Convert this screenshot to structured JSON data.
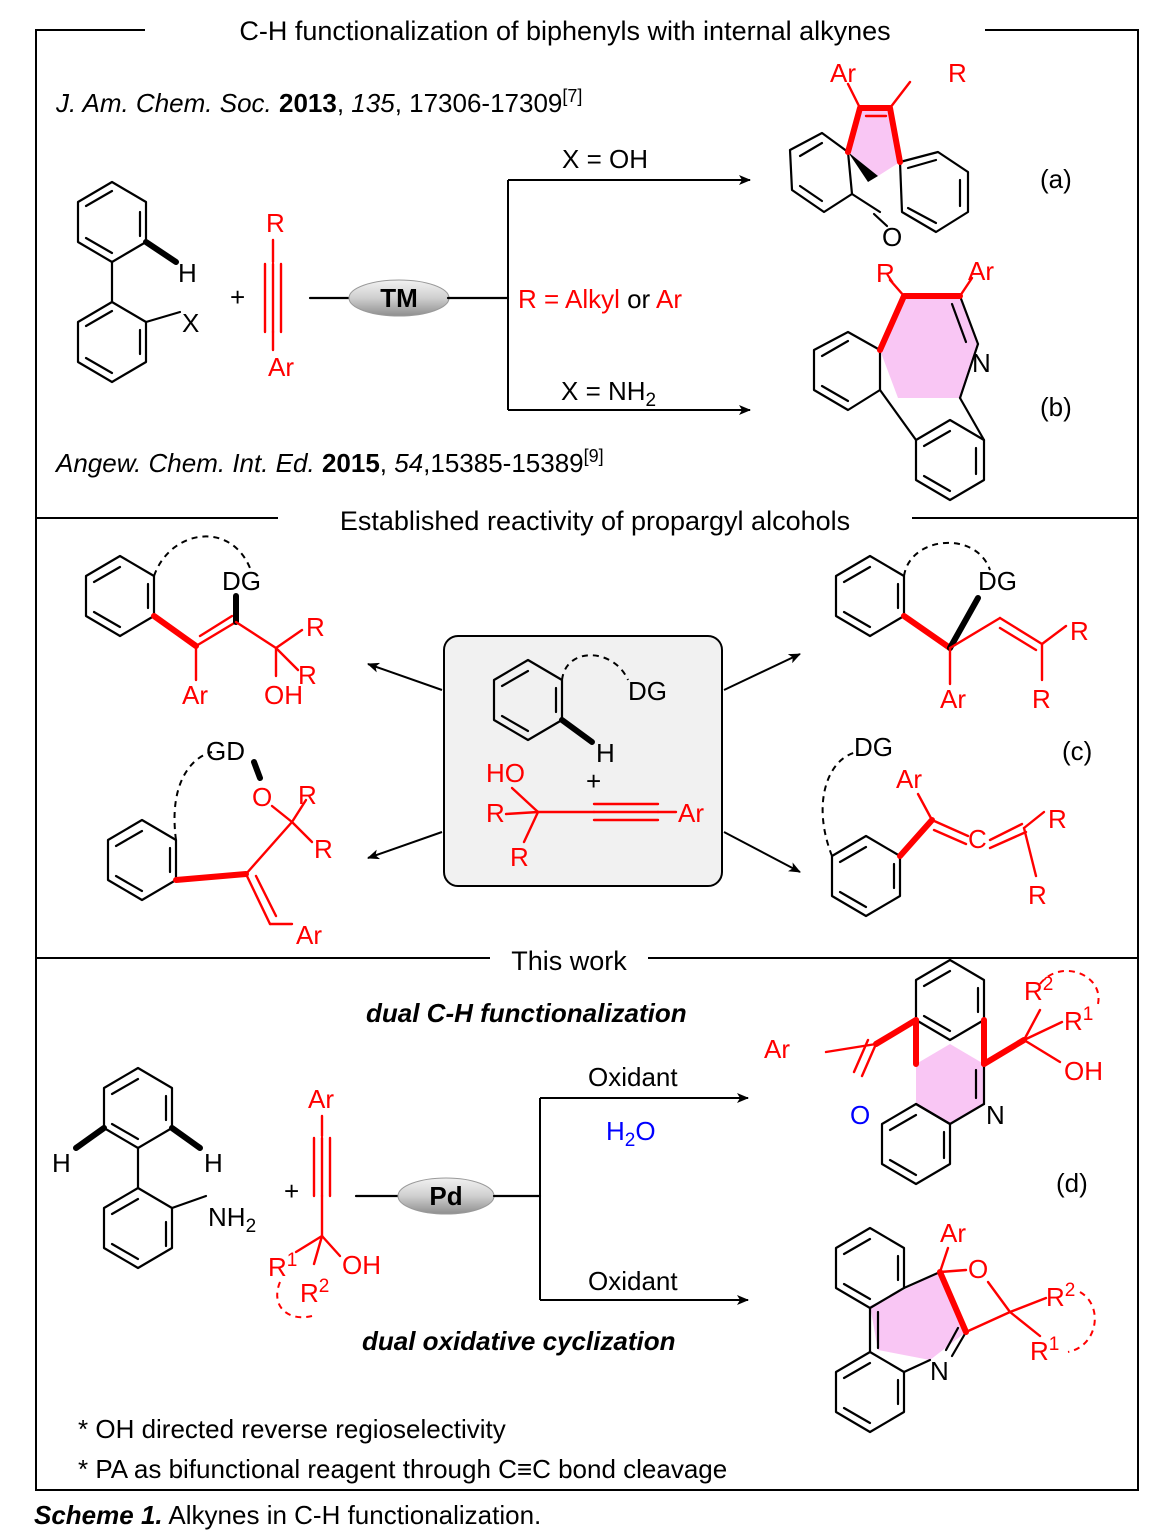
{
  "sections": {
    "s1": "C-H functionalization of biphenyls with internal alkynes",
    "s2": "Established reactivity of propargyl alcohols",
    "s3": "This work"
  },
  "refs": {
    "ref1_journal": "J. Am. Chem. Soc.",
    "ref1_year": "2013",
    "ref1_vol": "135",
    "ref1_pages": ", 17306-17309",
    "ref1_cite": "[7]",
    "ref2_journal": "Angew. Chem. Int. Ed.",
    "ref2_year": "2015",
    "ref2_vol": "54",
    "ref2_pages": ",15385-15389",
    "ref2_cite": "[9]"
  },
  "labels": {
    "a": "(a)",
    "b": "(b)",
    "c": "(c)",
    "d": "(d)",
    "Ar": "Ar",
    "R": "R",
    "H": "H",
    "X": "X",
    "N": "N",
    "O": "O",
    "DG": "DG",
    "GD": "GD",
    "OH": "OH",
    "HO": "HO",
    "C": "C",
    "plus": "+",
    "NH2": "NH",
    "sub2": "2",
    "R1": "R",
    "R2": "R",
    "sup1": "1",
    "sup2": "2",
    "TM": "TM",
    "Pd": "Pd"
  },
  "conditions": {
    "xoh": "X = OH",
    "xnh2": "X = NH",
    "ralkyl_r": "R = Alkyl",
    "ralkyl_or": " or ",
    "ralkyl_ar": "Ar",
    "oxidant1": "Oxidant",
    "h2o_h": "H",
    "h2o_sub": "2",
    "h2o_o": "O",
    "oxidant2": "Oxidant",
    "dual_ch": "dual C-H functionalization",
    "dual_ox": "dual oxidative cyclization"
  },
  "notes": {
    "n1": "* OH directed reverse regioselectivity",
    "n2": "* PA as bifunctional reagent through C≡C bond cleavage"
  },
  "caption": {
    "label": "Scheme 1.",
    "text": " Alkynes in C-H functionalization."
  },
  "colors": {
    "highlight": "#ff0000",
    "ring_fill": "#f9c6f4",
    "water": "#0000ff"
  }
}
